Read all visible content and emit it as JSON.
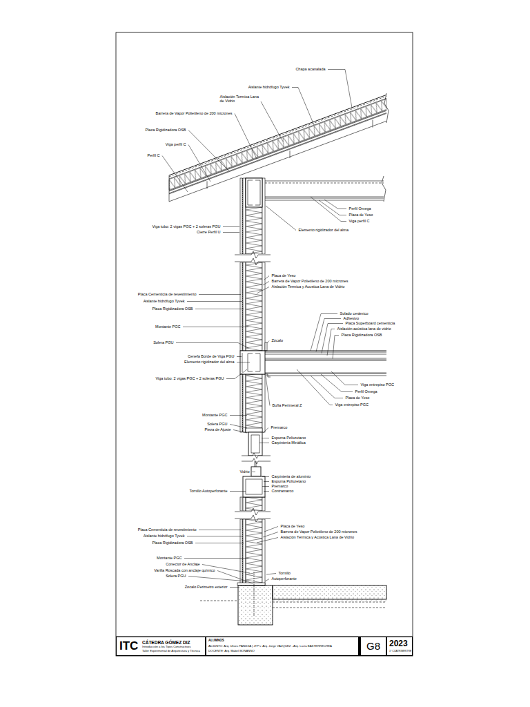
{
  "diagram": {
    "nodes": [
      {
        "text": [
          "ITC",
          "CÁTEDRA GÓMEZ DIZ",
          "Introducción a los Tipos Constructivos",
          "Taller Experimental de Arquitectura y Técnica"
        ]
      },
      {
        "text": [
          "ALUMNOS",
          "ADJUNTO: Arq. Ulises PANIZZA | JTP's: Arq. Jorge VÁZQUEZ - Arq. Lucía BASTERRECHEA",
          "DOCENTE: Arq. Mabel BONANNO"
        ]
      },
      {
        "text": [
          "G8"
        ]
      },
      {
        "text": [
          "2023",
          "1º CUATRIMESTRE"
        ]
      }
    ],
    "labels": [
      "Chapa acanalada",
      "Aislante hidrófugo Tyvek",
      "Aislación Termica Lana de Vidrio",
      "Barrera de Vapor Polietileno de 200 micrones",
      "Placa Rigidizadora OSB",
      "Viga perfil C",
      "Perfil C",
      "Perfil Omega",
      "Placa de Yeso",
      "Viga perfil C",
      "Elemento rigidizador del alma",
      "Viga tubo: 2 vigas PGC + 2 soleras PGU",
      "Cierre Perfil U",
      "Placa de Yeso",
      "Barrera de Vapor Polietileno de 200 micrones",
      "Aislación Termica y Acustica Lana de Vidrio",
      "Placa Cementicia de revestimiento",
      "Aislante hidrófugo Tyvek",
      "Placa Rigidizadora OSB",
      "Montante PGC",
      "Solera PGU",
      "Solado cerámico",
      "Adhesivo",
      "Placa Superboard cementicia",
      "Aislación acústica lana de vidrio",
      "Placa Rigidizadora OSB",
      "Zócalo",
      "Cenefa Borde de Viga PGU",
      "Elemento rigidizador del alma",
      "Viga tubo: 2 vigas PGC + 2 soleras PGU",
      "Viga entrepiso PGC",
      "Perfil Omega",
      "Placa de Yeso",
      "Buña Perimeral Z",
      "Viga entrepiso PGC",
      "Montante PGC",
      "Solera PGU",
      "Pieza de Ajuste",
      "Premarco",
      "Espuma Poliuretano",
      "Carpintería Metálica",
      "Vidrio",
      "Carpinteria de aluminio",
      "Espuma Poliuretano",
      "Premarco",
      "Contramarco",
      "Tornillo Autoperforante",
      "Placa de Yeso",
      "Barrera de Vapor Polietileno de 200 micrones",
      "Aislación Térmica y Acústica Lana de Vidrio",
      "Placa Cementicia de revestimiento",
      "Aislante hidrófugo Tyvek",
      "Placa Rigidizadora OSB",
      "Montante PGC",
      "Conector de Anclaje",
      "Varilla Roscada con anclaje químico",
      "Solera PGU",
      "Zocalo Perimetro exterior",
      "Tornillo",
      "Autoperforante"
    ]
  }
}
